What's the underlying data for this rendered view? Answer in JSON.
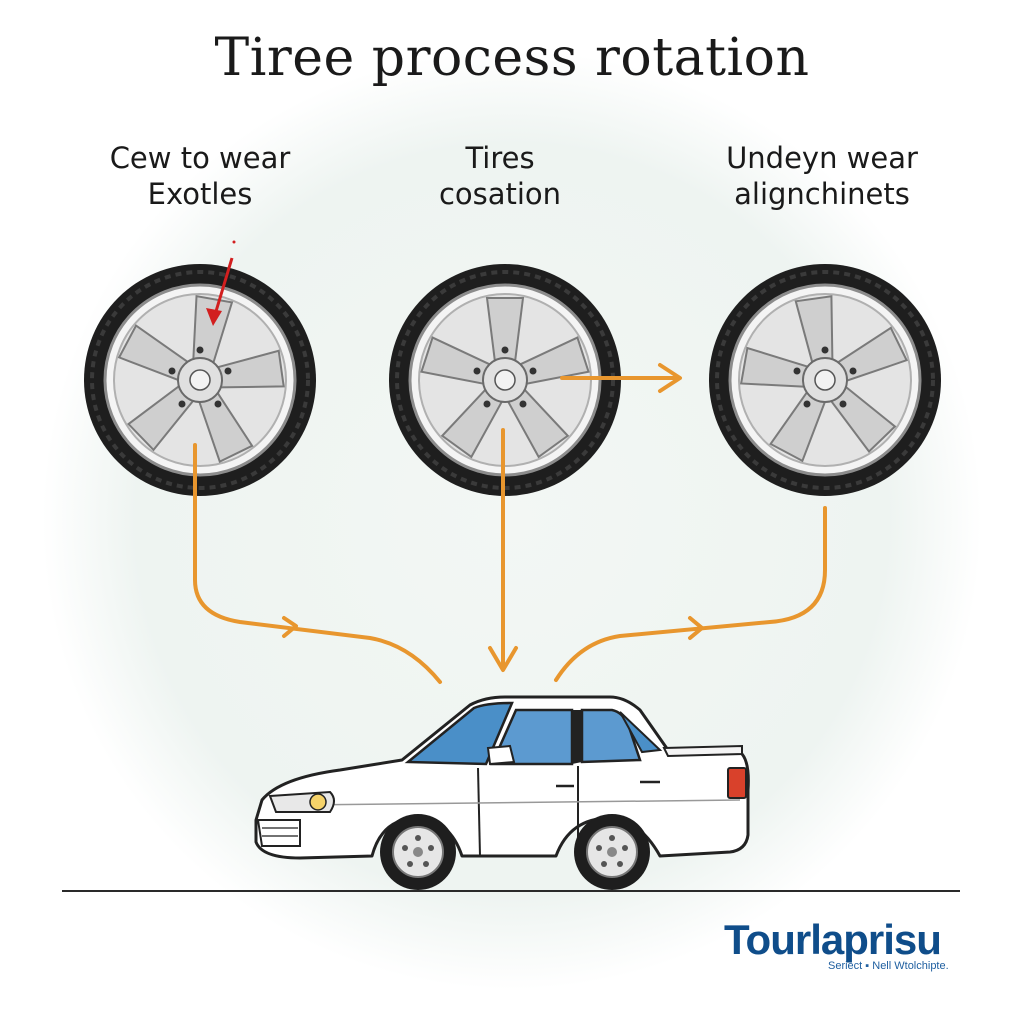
{
  "title": "Tiree process rotation",
  "labels": {
    "left": [
      "Cew to wear",
      "Exotles"
    ],
    "center": [
      "Tires",
      "cosation"
    ],
    "right": [
      "Undeyn wear",
      "alignchinets"
    ]
  },
  "brand": {
    "name": "Tourlaprisu",
    "tagline": "Seriect ▪ Nell Wtolchipte."
  },
  "colors": {
    "arrow": "#e8962e",
    "wear_marker": "#d21f1f",
    "tire": "#1e1e1e",
    "rim": "#c9c9c9",
    "car_body": "#ffffff",
    "car_glass": "#4a8fc8",
    "background_circle": "#eef4f1",
    "brand": "#0f4d8a"
  }
}
